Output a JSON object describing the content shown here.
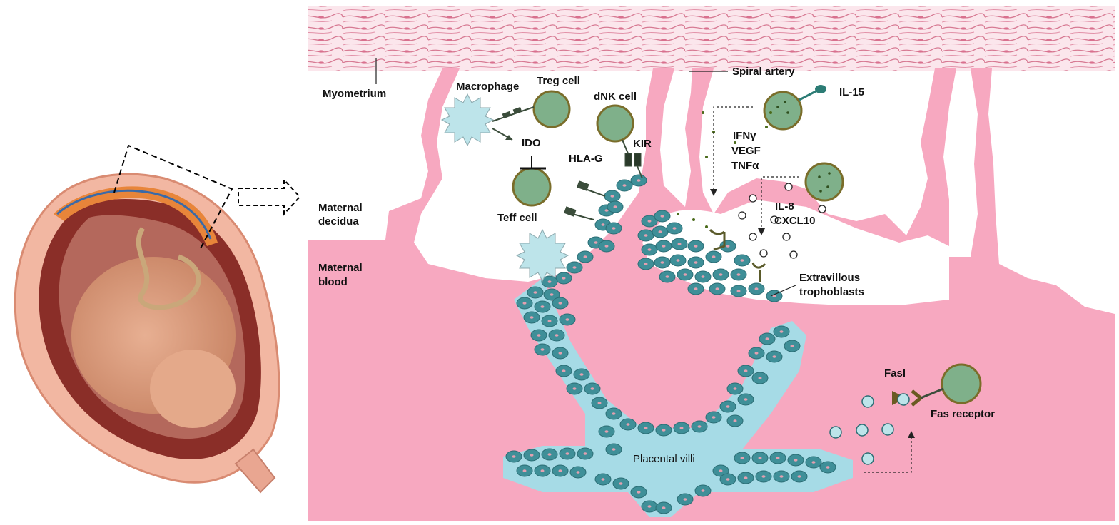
{
  "labels": {
    "myometrium": "Myometrium",
    "spiral_artery": "Spiral artery",
    "maternal_decidua_1": "Maternal",
    "maternal_decidua_2": "decidua",
    "maternal_blood_1": "Maternal",
    "maternal_blood_2": "blood",
    "macrophage": "Macrophage",
    "treg_cell": "Treg cell",
    "dnk_cell": "dNK cell",
    "ido": "IDO",
    "hla_g": "HLA-G",
    "kir": "KIR",
    "teff_cell": "Teff cell",
    "il15": "IL-15",
    "ifng": "IFNγ",
    "vegf": "VEGF",
    "tnfa": "TNFα",
    "il8": "IL-8",
    "cxcl10": "CXCL10",
    "evt_1": "Extravillous",
    "evt_2": "trophoblasts",
    "fasl": "Fasl",
    "fas_receptor": "Fas receptor",
    "placental_villi": "Placental villi"
  },
  "colors": {
    "tissue_pink": "#f7a8c0",
    "myometrium_line": "#d77a93",
    "immune_cell_green": "#7fb08a",
    "immune_cell_border": "#7a6d2a",
    "trophoblast_teal": "#3f8f98",
    "villi_blue": "#a6dbe6",
    "macrophage_fill": "#bde4ea",
    "receptor_dark": "#3b4d3b"
  },
  "icons": [
    "macrophage-icon",
    "uterus-fetus-icon",
    "arrow-right-icon"
  ]
}
